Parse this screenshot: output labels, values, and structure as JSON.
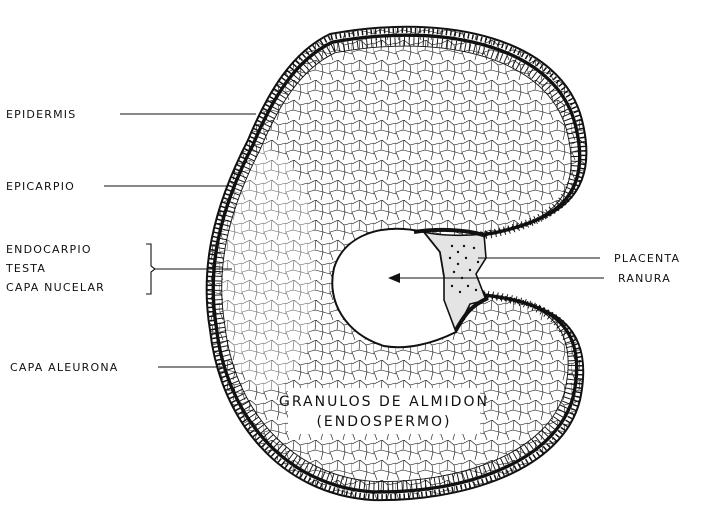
{
  "labels": {
    "epidermis": "EPIDERMIS",
    "epicarpio": "EPICARPIO",
    "endocarpio": "ENDOCARPIO",
    "testa": "TESTA",
    "capa_nucelar": "CAPA NUCELAR",
    "capa_aleurona": "CAPA ALEURONA",
    "placenta": "PLACENTA",
    "ranura": "RANURA",
    "granulos": "GRANULOS DE ALMIDON",
    "endospermo": "(ENDOSPERMO)"
  },
  "colors": {
    "ink": "#111111",
    "paper": "#ffffff",
    "shade": "#e4e4e4"
  }
}
